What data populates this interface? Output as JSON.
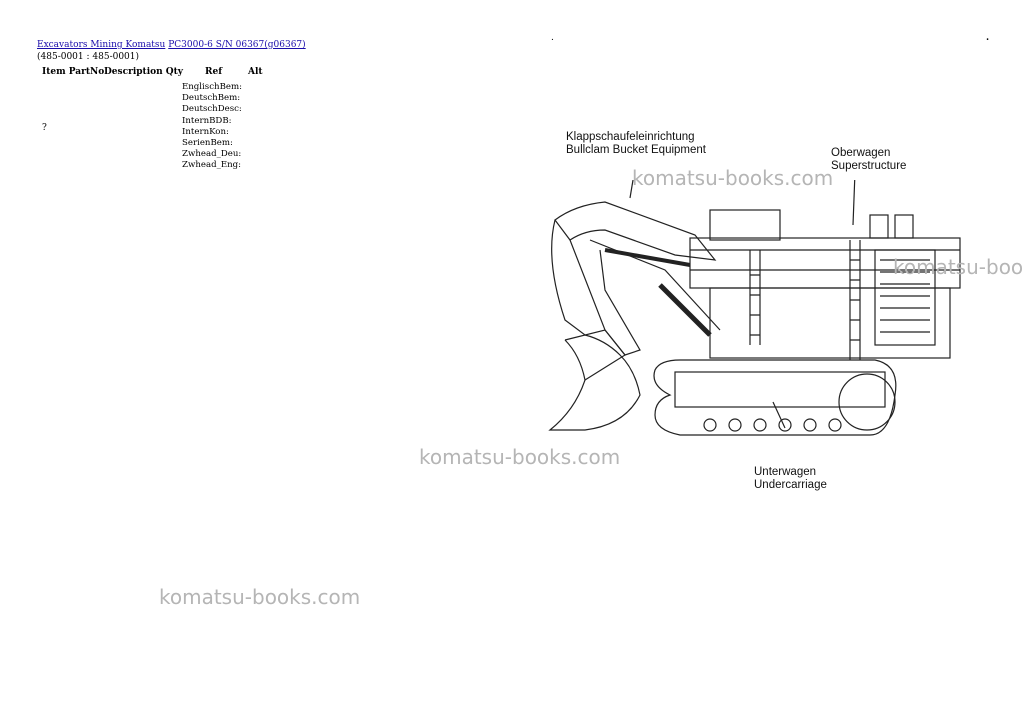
{
  "breadcrumb": {
    "link1": "Excavators Mining Komatsu",
    "link2": "PC3000-6 S/N 06367(g06367)"
  },
  "range": "(485-0001 : 485-0001)",
  "table": {
    "col_item_partno": "Item PartNo",
    "col_description_qty": "Description Qty",
    "col_ref": "Ref",
    "col_alt": "Alt",
    "item_placeholder": "?"
  },
  "fields": [
    "EnglischBem:",
    "DeutschBem:",
    "DeutschDesc:",
    "InternBDB:",
    "InternKon:",
    "SerienBem:",
    "Zwhead_Deu:",
    "Zwhead_Eng:"
  ],
  "watermark": "komatsu-books.com",
  "diagram": {
    "bucket_de": "Klappschaufeleinrichtung",
    "bucket_en": "Bullclam Bucket Equipment",
    "super_de": "Oberwagen",
    "super_en": "Superstructure",
    "under_de": "Unterwagen",
    "under_en": "Undercarriage"
  }
}
